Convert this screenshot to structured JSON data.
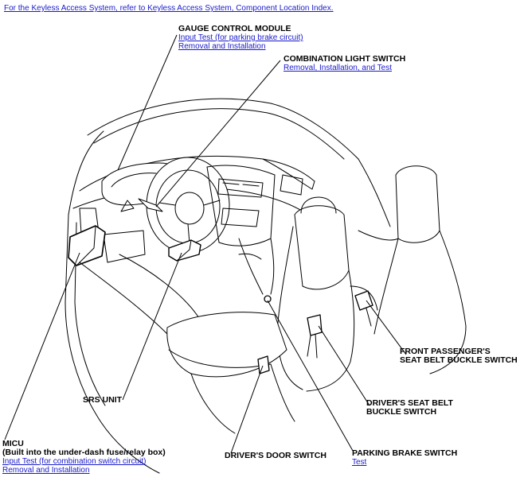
{
  "top_link": "For the Keyless Access System, refer to Keyless Access System, Component Location Index.",
  "labels": {
    "gauge_control_module": {
      "title": "GAUGE CONTROL MODULE",
      "links": [
        "Input Test (for parking brake circuit)",
        "Removal and Installation"
      ]
    },
    "combination_light_switch": {
      "title": "COMBINATION LIGHT SWITCH",
      "links": [
        "Removal, Installation, and Test"
      ]
    },
    "front_passenger_seat_belt": {
      "line1": "FRONT PASSENGER'S",
      "line2": "SEAT BELT BUCKLE SWITCH"
    },
    "srs_unit": {
      "title": "SRS UNIT"
    },
    "drivers_seat_belt": {
      "line1": "DRIVER'S SEAT BELT",
      "line2": "BUCKLE SWITCH"
    },
    "micu": {
      "line1": "MICU",
      "line2": "(Built into the under-dash fuse/relay box)",
      "links": [
        "Input Test (for combination switch circuit)",
        "Removal and Installation"
      ]
    },
    "drivers_door_switch": {
      "title": "DRIVER'S DOOR SWITCH"
    },
    "parking_brake_switch": {
      "title": "PARKING BRAKE SWITCH",
      "links": [
        "Test"
      ]
    }
  }
}
